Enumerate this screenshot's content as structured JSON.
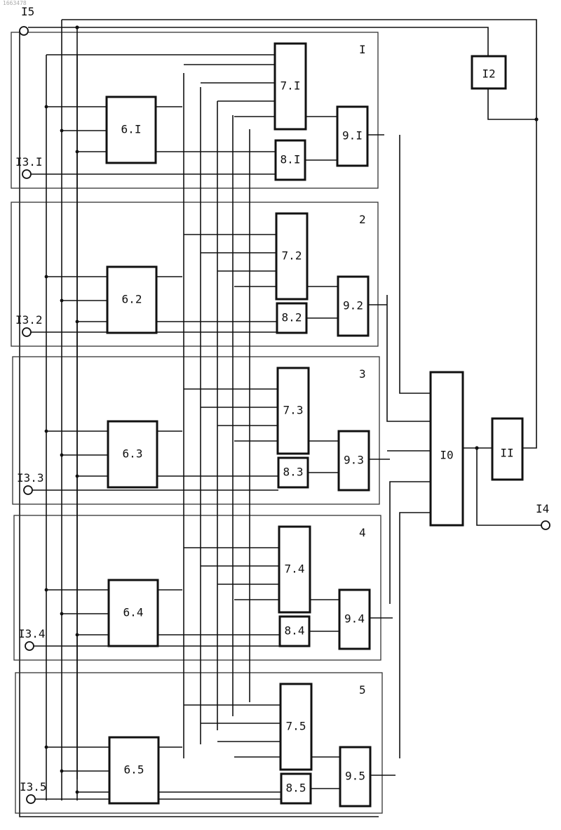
{
  "doc_id": "1663478",
  "terminals": {
    "t15": "I5",
    "t14": "I4",
    "t13": [
      "I3.I",
      "I3.2",
      "I3.3",
      "I3.4",
      "I3.5"
    ]
  },
  "blocks": {
    "b10": "I0",
    "b11": "II",
    "b12": "I2"
  },
  "channels": [
    {
      "num": "I",
      "b6": "6.I",
      "b7": "7.I",
      "b8": "8.I",
      "b9": "9.I"
    },
    {
      "num": "2",
      "b6": "6.2",
      "b7": "7.2",
      "b8": "8.2",
      "b9": "9.2"
    },
    {
      "num": "3",
      "b6": "6.3",
      "b7": "7.3",
      "b8": "8.3",
      "b9": "9.3"
    },
    {
      "num": "4",
      "b6": "6.4",
      "b7": "7.4",
      "b8": "8.4",
      "b9": "9.4"
    },
    {
      "num": "5",
      "b6": "6.5",
      "b7": "7.5",
      "b8": "8.5",
      "b9": "9.5"
    }
  ]
}
